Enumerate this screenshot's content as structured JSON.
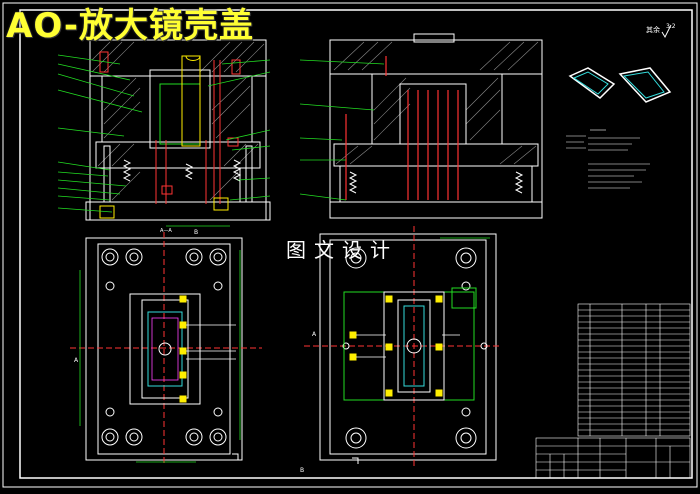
{
  "title": "AO-放大镜壳盖",
  "watermark": "图文设计",
  "roughness_mark": "其余",
  "roughness_value": "3.2",
  "section_labels": {
    "a1": "A",
    "a2": "A",
    "b1": "B",
    "b2": "B",
    "aa": "A—A"
  },
  "colors": {
    "background": "#000000",
    "frame": "#ffffff",
    "title": "#ffff33",
    "outline": "#ffffff",
    "green": "#22dd22",
    "red": "#ff3333",
    "yellow": "#ffee00",
    "hatch": "#888888",
    "magenta": "#ff44ff",
    "cyan": "#33dddd"
  }
}
